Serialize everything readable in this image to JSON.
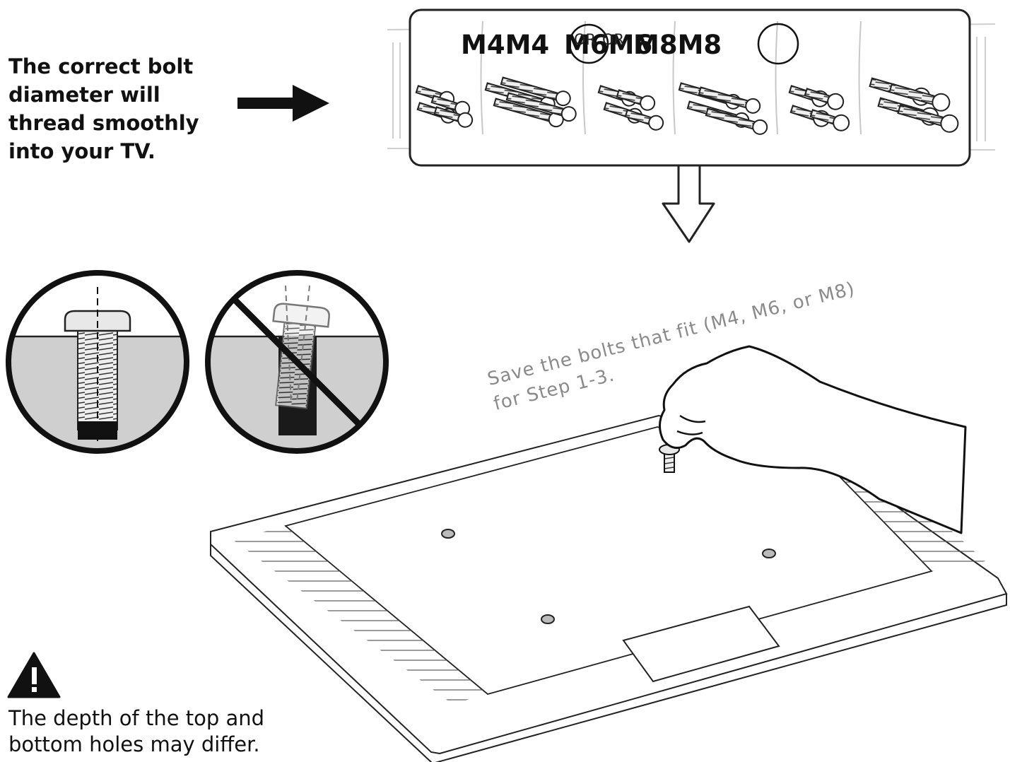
{
  "intro_text": "The correct bolt diameter will thread smoothly into your TV.",
  "bolt_sizes": {
    "m4_label": "M4M4",
    "m6_label": "M6M6",
    "m8_label": "M8M8",
    "or_left": "OR",
    "or_right": "OR"
  },
  "save_note": {
    "line1": "Save the bolts that fit (M4, M6, or M8)",
    "line2": "for Step 1-3."
  },
  "warning_text": "The depth of the top and bottom holes may differ.",
  "icons": [
    "right-arrow-icon",
    "down-arrow-icon",
    "prohibition-icon",
    "warning-triangle-icon"
  ]
}
